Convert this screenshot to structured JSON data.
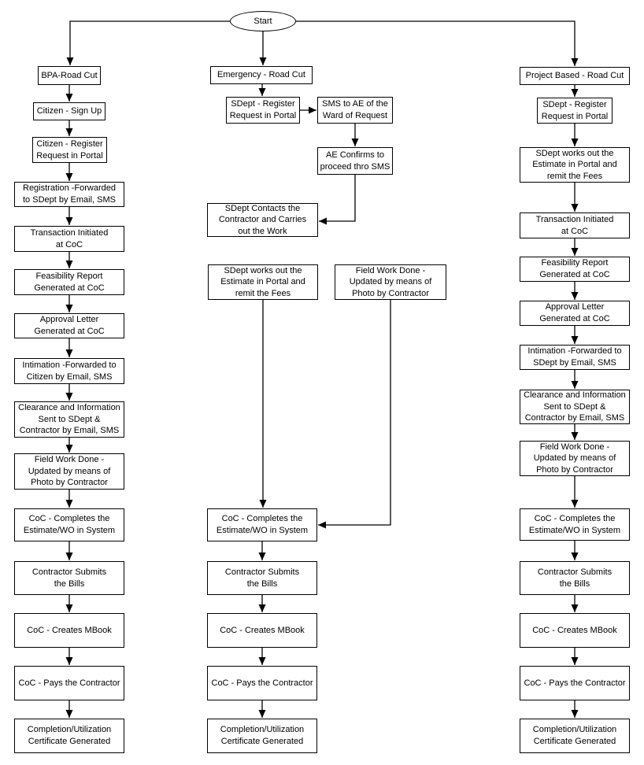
{
  "diagram": {
    "type": "flowchart",
    "background": "#ffffff",
    "stroke_color": "#000000",
    "start_label": "Start"
  },
  "flow": {
    "bpa": [
      "BPA-Road Cut",
      "Citizen - Sign Up",
      "Citizen - Register\nRequest in Portal",
      "Registration -Forwarded\nto SDept by Email, SMS",
      "Transaction Initiated\nat CoC",
      "Feasibility Report\nGenerated at CoC",
      "Approval Letter\nGenerated at CoC",
      "Intimation -Forwarded to\nCitizen by Email, SMS",
      "Clearance and Information\nSent to SDept &\nContractor by Email, SMS",
      "Field Work Done -\nUpdated by means of\nPhoto by Contractor",
      "CoC - Completes the\nEstimate/WO in System",
      "Contractor Submits\nthe Bills",
      "CoC - Creates MBook",
      "CoC - Pays the Contractor",
      "Completion/Utilization\nCertificate Generated"
    ],
    "emergency": [
      "Emergency - Road Cut",
      "SDept - Register\nRequest in Portal",
      "SMS to AE of the\nWard of Request",
      "AE Confirms to\nproceed thro SMS",
      "SDept Contacts the\nContractor and Carries\nout the Work",
      "SDept works out the\nEstimate in Portal and\nremit the Fees",
      "Field Work Done -\nUpdated by means of\nPhoto by Contractor",
      "CoC - Completes the\nEstimate/WO in System",
      "Contractor Submits\nthe Bills",
      "CoC - Creates MBook",
      "CoC - Pays the Contractor",
      "Completion/Utilization\nCertificate Generated"
    ],
    "project": [
      "Project Based - Road Cut",
      "SDept - Register\nRequest in Portal",
      "SDept works out the\nEstimate in Portal and\nremit the Fees",
      "Transaction Initiated\nat CoC",
      "Feasibility Report\nGenerated at CoC",
      "Approval Letter\nGenerated at CoC",
      "Intimation -Forwarded to\nSDept by Email, SMS",
      "Clearance and Information\nSent to SDept &\nContractor by Email, SMS",
      "Field Work Done -\nUpdated by means of\nPhoto by Contractor",
      "CoC - Completes the\nEstimate/WO in System",
      "Contractor Submits\nthe Bills",
      "CoC - Creates MBook",
      "CoC - Pays the Contractor",
      "Completion/Utilization\nCertificate Generated"
    ]
  }
}
